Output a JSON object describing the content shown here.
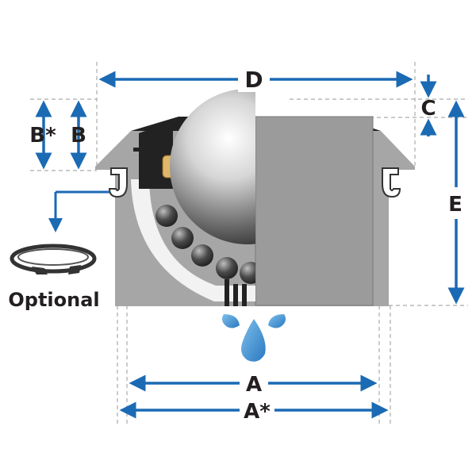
{
  "labels": {
    "A": "A",
    "A_star": "A*",
    "B": "B",
    "B_star": "B*",
    "C": "C",
    "D": "D",
    "E": "E",
    "optional": "Optional"
  },
  "colors": {
    "arrow_blue": "#1b6ab4",
    "housing_gray": "#a6a6a6",
    "cap_dark": "#222222",
    "water_blue": "#3a8cd0",
    "dash_gray": "#aaaaaa",
    "label_dark": "#231f20"
  }
}
